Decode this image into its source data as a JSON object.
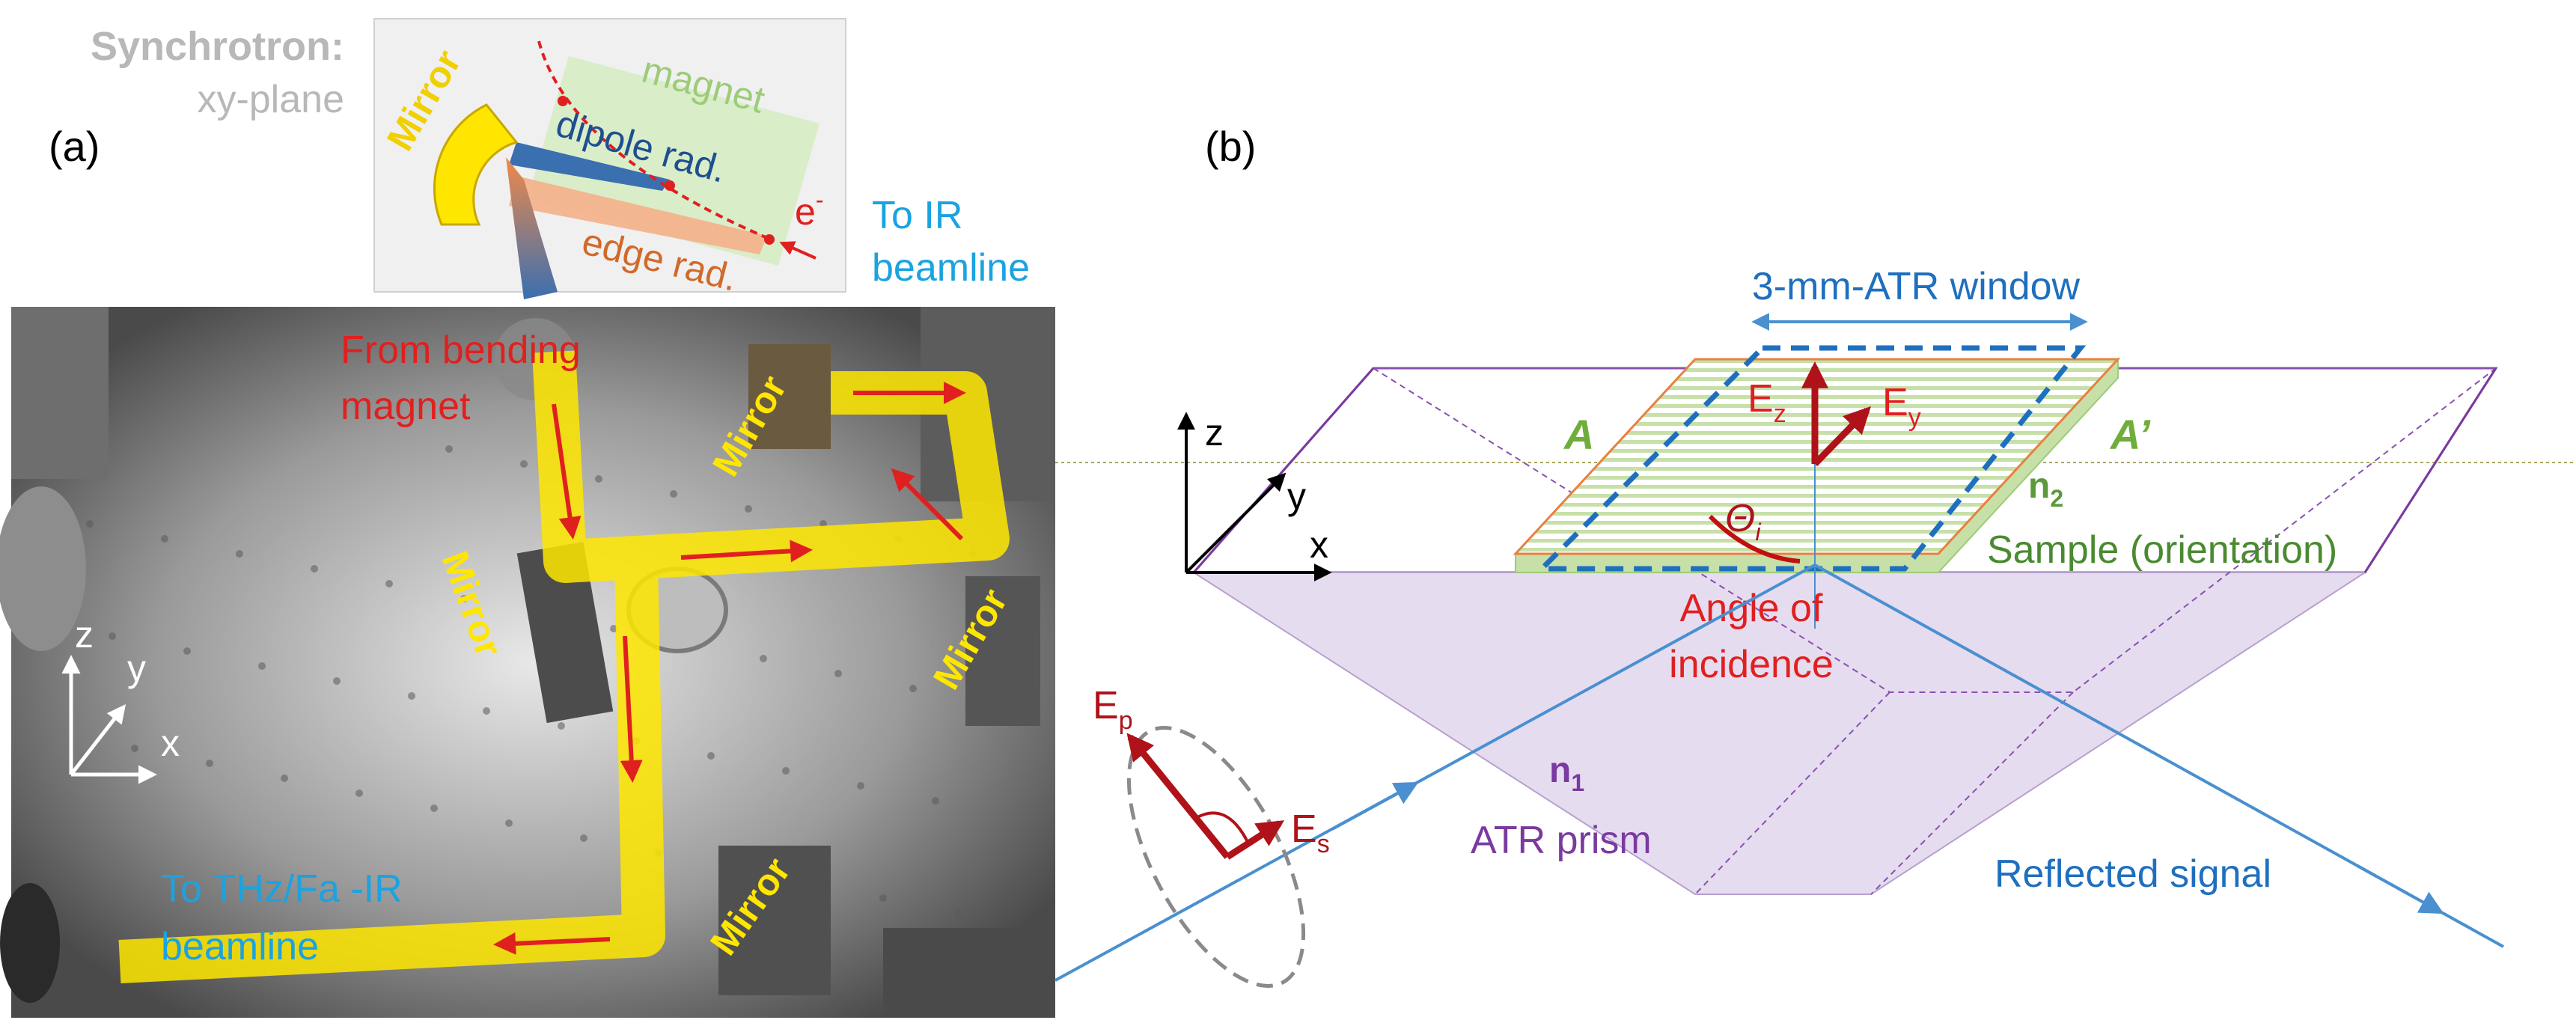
{
  "panel_a": {
    "label": "(a)",
    "synchrotron": {
      "title": "Synchrotron:",
      "subtitle": "xy-plane",
      "mirror": "Mirror",
      "magnet": "magnet",
      "dipole": "dipole rad.",
      "edge": "edge rad.",
      "electron": "e",
      "electron_sup": "-",
      "to_ir_1": "To IR",
      "to_ir_2": "beamline"
    },
    "photo": {
      "from_1": "From  bending",
      "from_2": "magnet",
      "mirror_1": "Mirror",
      "mirror_2": "Mirror",
      "mirror_3": "Mirror",
      "mirror_4": "Mirror",
      "to_thz_1": "To THz/Fa -IR",
      "to_thz_2": "beamline",
      "axis_z": "z",
      "axis_y": "y",
      "axis_x": "x"
    }
  },
  "panel_b": {
    "label": "(b)",
    "window": "3-mm-ATR window",
    "a_left": "A",
    "a_right": "A’",
    "ez": "E",
    "ez_sub": "z",
    "ey": "E",
    "ey_sub": "y",
    "n2": "n",
    "n2_sub": "2",
    "sample": "Sample (orientation)",
    "theta": "Θ",
    "theta_sub": "i",
    "angle_1": "Angle of",
    "angle_2": "incidence",
    "axis_z": "z",
    "axis_y": "y",
    "axis_x": "x",
    "ep": "E",
    "ep_sub": "p",
    "es": "E",
    "es_sub": "s",
    "n1": "n",
    "n1_sub": "1",
    "prism": "ATR prism",
    "reflected": "Reflected signal"
  },
  "colors": {
    "red": "#e0201f",
    "blue": "#1f6fbf",
    "light_blue": "#1aa3e0",
    "yellow": "#ffe600",
    "green": "#6fae3a",
    "purple": "#7a3aa0",
    "grey": "#b8b8b8"
  }
}
